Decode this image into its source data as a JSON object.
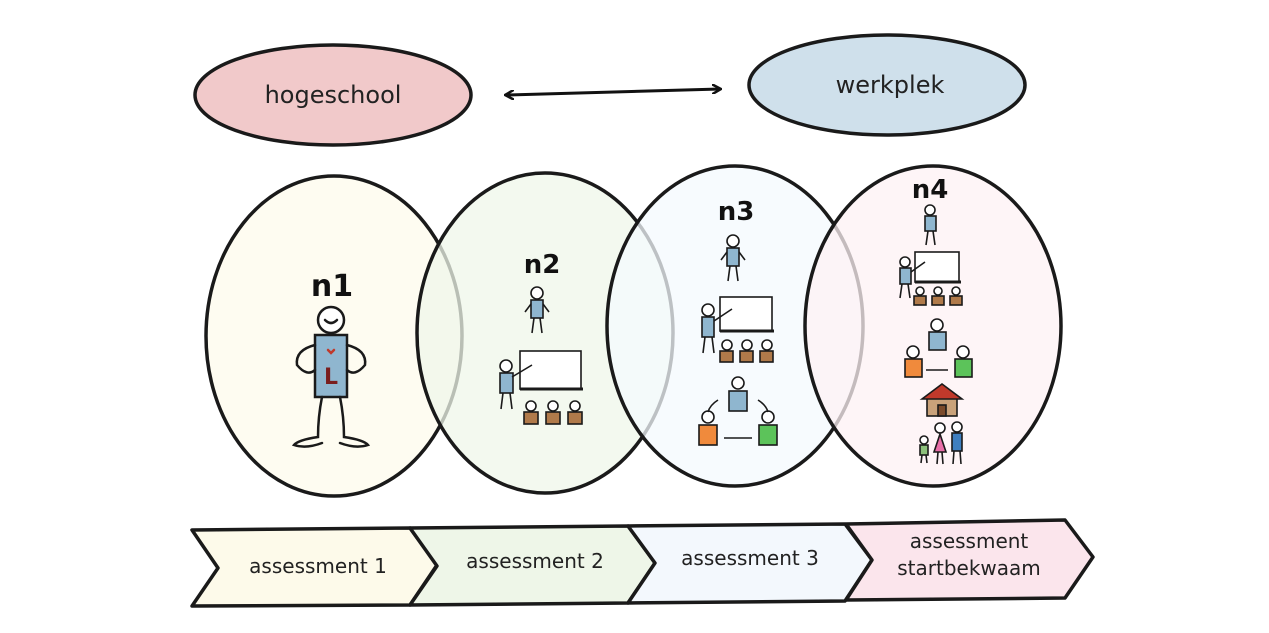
{
  "top": {
    "left_label": "hogeschool",
    "right_label": "werkplek",
    "left_color": "#f1c9ca",
    "right_color": "#cfe0eb"
  },
  "circles": [
    {
      "label": "n1",
      "fill": "#fefbee"
    },
    {
      "label": "n2",
      "fill": "#eff7ea"
    },
    {
      "label": "n3",
      "fill": "#f4f9fd"
    },
    {
      "label": "n4",
      "fill": "#fdf1f4"
    }
  ],
  "assessments": [
    {
      "line1": "assessment 1",
      "line2": "",
      "fill": "#fdfaea"
    },
    {
      "line1": "assessment 2",
      "line2": "",
      "fill": "#eef6e8"
    },
    {
      "line1": "assessment 3",
      "line2": "",
      "fill": "#f3f8fd"
    },
    {
      "line1": "assessment",
      "line2": "startbekwaam",
      "fill": "#fbe5ec"
    }
  ],
  "colors": {
    "shirt_blue": "#8fb6cf",
    "shirt_orange": "#f08a3c",
    "shirt_green": "#5cc35a",
    "shirt_red": "#e04040",
    "desk_brown": "#b07a4a",
    "outline": "#1a1a1a"
  },
  "icons": [
    "teacher-figure-icon",
    "whiteboard-class-icon",
    "group-rotation-icon",
    "school-building-icon",
    "family-icon"
  ]
}
